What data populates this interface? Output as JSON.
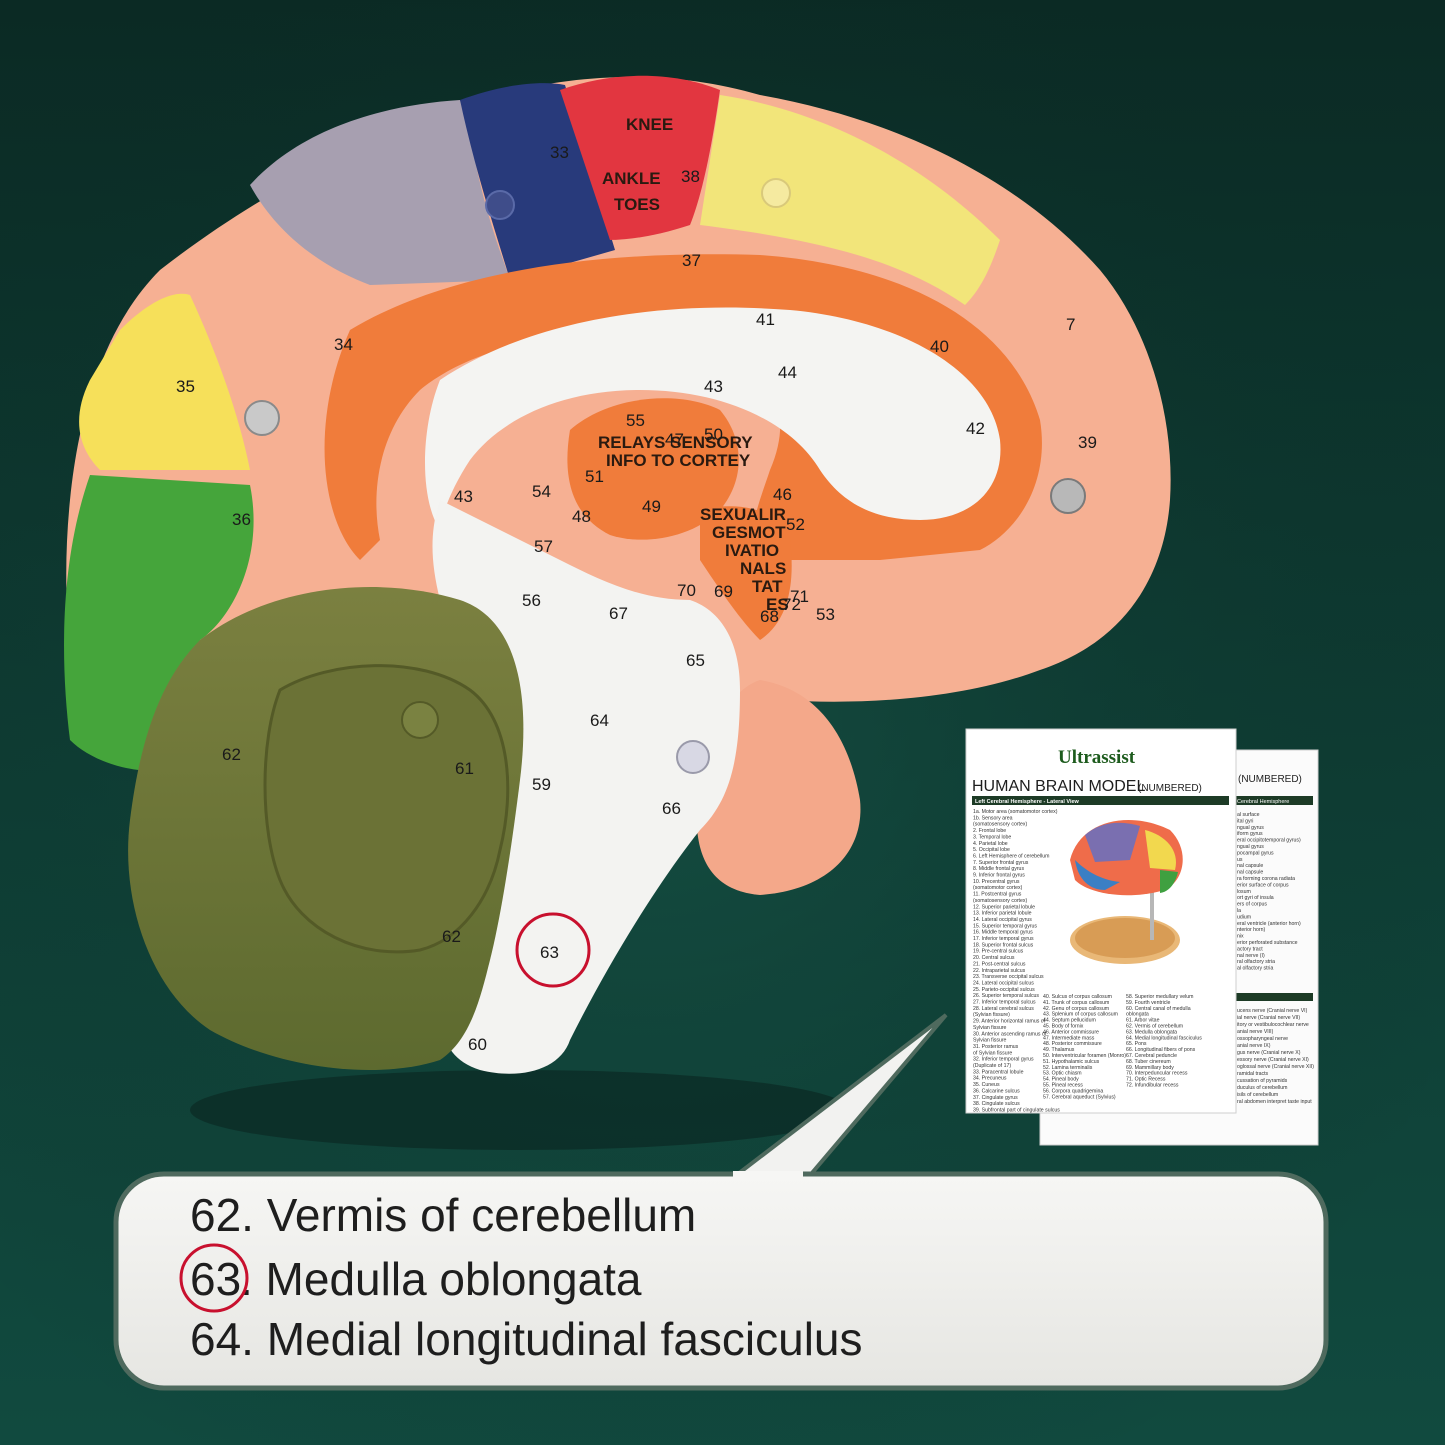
{
  "colors": {
    "background_top": "#0c2f28",
    "background_bottom": "#0f4a3f",
    "accent_red": "#c8102e",
    "brand_green": "#1d5b1d"
  },
  "model_labels": {
    "knee": "KNEE",
    "ankle": "ANKLE",
    "toes": "TOES",
    "relays_line1": "RELAYS SENSORY",
    "relays_line2": "INFO TO CORTEY",
    "sexual_1": "SEXUALIR",
    "sexual_2": "GESMOT",
    "sexual_3": "IVATIO",
    "sexual_4": "NALS",
    "sexual_5": "TAT",
    "sexual_6": "ES",
    "n7": "7",
    "n33": "33",
    "n34": "34",
    "n35": "35",
    "n36": "36",
    "n37": "37",
    "n38": "38",
    "n39": "39",
    "n40": "40",
    "n41": "41",
    "n42": "42",
    "n43": "43",
    "n43b": "43",
    "n44": "44",
    "n46": "46",
    "n47": "47",
    "n48": "48",
    "n49": "49",
    "n50": "50",
    "n51": "51",
    "n52": "52",
    "n53": "53",
    "n54": "54",
    "n55": "55",
    "n56": "56",
    "n57": "57",
    "n59": "59",
    "n60": "60",
    "n61": "61",
    "n62a": "62",
    "n62b": "62",
    "n63": "63",
    "n64": "64",
    "n65": "65",
    "n66": "66",
    "n67": "67",
    "n68": "68",
    "n69": "69",
    "n70": "70",
    "n71": "71",
    "n72": "72"
  },
  "card_front": {
    "brand": "Ultrassist",
    "title": "HUMAN BRAIN MODEL",
    "title_suffix": "(NUMBERED)",
    "section_bar": "Left Cerebral Hemisphere - Lateral View",
    "col1": [
      "1a. Motor area (somatomotor cortex)",
      "1b. Sensory area",
      "(somatosensory cortex)",
      "2. Frontal lobe",
      "3. Temporal lobe",
      "4. Parietal lobe",
      "5. Occipital lobe",
      "6. Left Hemisphere of cerebellum",
      "7. Superior frontal gyrus",
      "8. Middle frontal gyrus",
      "9. Inferior frontal gyrus",
      "10. Precentral gyrus",
      "(somatomotor cortex)",
      "11. Postcentral gyrus",
      "(somatosensory cortex)",
      "12. Superior parietal lobule",
      "13. Inferior parietal lobule",
      "14. Lateral occipital gyrus",
      "15. Superior temporal gyrus",
      "16. Middle temporal gyrus",
      "17. Inferior temporal gyrus",
      "18. Superior frontal sulcus",
      "19. Pre-central sulcus",
      "20. Central sulcus",
      "21. Post-central sulcus",
      "22. Intraparietal sulcus",
      "23. Transverse occipital sulcus",
      "24. Lateral occipital sulcus",
      "25. Parieto-occipital sulcus",
      "26. Superior temporal sulcus",
      "27. Inferior temporal sulcus",
      "28. Lateral cerebral sulcus",
      "(Sylvian fissure)",
      "29. Anterior horizontal ramus of",
      "Sylvian fissure",
      "30. Anterior ascending ramus of",
      "Sylvian fissure",
      "31. Posterior ramus",
      "of Sylvian fissure",
      "32. Inferior temporal gyrus",
      "(Duplicate of 17)",
      "33. Paracentral lobule",
      "34. Precuneus",
      "35. Cuneus",
      "36. Calcarine sulcus",
      "37. Cingulate gyrus",
      "38. Cingulate sulcus",
      "39. Subfrontal part of cingulate sulcus"
    ],
    "col2": [
      "40. Sulcus of corpus callosum",
      "41. Trunk of corpus callosum",
      "42. Genu of corpus callosum",
      "43. Splenium of corpus callosum",
      "44. Septum pellucidum",
      "45. Body of fornix",
      "46. Anterior commissure",
      "47. Intermediate mass",
      "48. Posterior commissure",
      "49. Thalamus",
      "50. Interventricular foramen (Monro)",
      "51. Hypothalamic sulcus",
      "52. Lamina terminalis",
      "53. Optic chiasm",
      "54. Pineal body",
      "55. Pineal recess",
      "56. Corpora quadrigemina",
      "57. Cerebral aqueduct (Sylvius)"
    ],
    "col3": [
      "58. Superior medullary velum",
      "59. Fourth ventricle",
      "60. Central canal of medulla",
      "oblongata",
      "61. Arbor vitae",
      "62. Vermis of cerebellum",
      "63. Medulla oblongata",
      "64. Medial longitudinal fasciculus",
      "65. Pons",
      "66. Longitudinal fibers of pons",
      "67. Cerebral peduncle",
      "68. Tuber cinereum",
      "69. Mammillary body",
      "70. Interpeduncular recess",
      "71. Optic Recess",
      "72. Infundibular recess"
    ]
  },
  "card_back": {
    "title_suffix": "(NUMBERED)",
    "section_bar": "Cerebral Hemisphere",
    "lines_top": [
      "al surface",
      "ital gyri",
      "ngual gyrus",
      "iform gyrus",
      "eral occipitotemporal gyrus)",
      "ngual gyrus",
      "pocampal gyrus",
      "us",
      "nal capsule",
      "nal capsule",
      "ra forming corona radiata",
      "erior surface of corpus",
      "losum",
      "ort gyri of insula",
      "ers of corpus",
      "la",
      "udium",
      "eral ventricle (anterior horn)",
      "nterior horn)",
      "nix",
      "erior perforated substance",
      "actory tract",
      "nal nerve (I)",
      "ral olfactory stria",
      "al olfactory stria"
    ],
    "lines_bottom": [
      "ucens nerve (Cranial nerve VI)",
      "ial nerve (Cranial nerve VII)",
      "itory or vestibulocochlear nerve",
      "anial nerve VIII)",
      "ossopharyngeal nerve",
      "anial nerve IX)",
      "gus nerve (Cranial nerve X)",
      "essory nerve (Cranial nerve XI)",
      "oglossal nerve (Cranial nerve XII)",
      "ramidal tracts",
      "cussation of pyramids",
      "duculus of cerebellum",
      "isils of cerebellum",
      "ral abdomen interpret taste input"
    ]
  },
  "callout": {
    "line1": "62. Vermis of cerebellum",
    "line2_num": "63",
    "line2_text": ". Medulla oblongata",
    "line3": "64. Medial longitudinal fasciculus"
  }
}
